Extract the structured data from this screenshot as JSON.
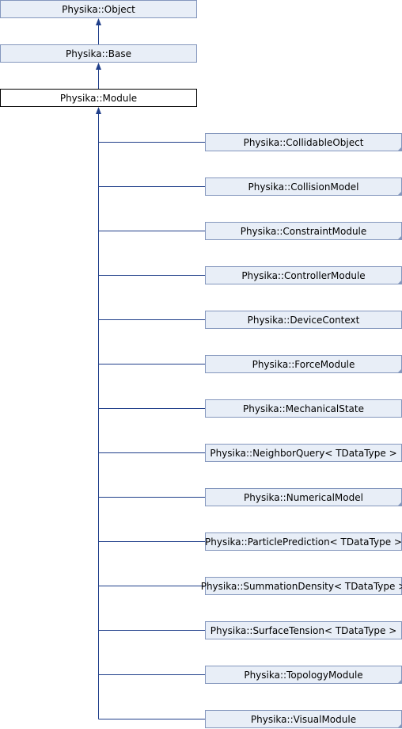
{
  "colors": {
    "node_fill": "#e8eef7",
    "node_border": "#8497bd",
    "focus_fill": "#ffffff",
    "focus_border": "#000000",
    "edge": "#203f8a",
    "corner_mark": "#8497bd"
  },
  "ancestors": [
    {
      "name": "Physika::Object"
    },
    {
      "name": "Physika::Base"
    }
  ],
  "focus": {
    "name": "Physika::Module"
  },
  "children": [
    {
      "name": "Physika::CollidableObject",
      "has_more": true
    },
    {
      "name": "Physika::CollisionModel",
      "has_more": true
    },
    {
      "name": "Physika::ConstraintModule",
      "has_more": true
    },
    {
      "name": "Physika::ControllerModule",
      "has_more": true
    },
    {
      "name": "Physika::DeviceContext",
      "has_more": false
    },
    {
      "name": "Physika::ForceModule",
      "has_more": true
    },
    {
      "name": "Physika::MechanicalState",
      "has_more": false
    },
    {
      "name": "Physika::NeighborQuery< TDataType >",
      "has_more": false
    },
    {
      "name": "Physika::NumericalModel",
      "has_more": true
    },
    {
      "name": "Physika::ParticlePrediction< TDataType >",
      "has_more": false
    },
    {
      "name": "Physika::SummationDensity< TDataType >",
      "has_more": false
    },
    {
      "name": "Physika::SurfaceTension< TDataType >",
      "has_more": false
    },
    {
      "name": "Physika::TopologyModule",
      "has_more": true
    },
    {
      "name": "Physika::VisualModule",
      "has_more": true
    }
  ]
}
